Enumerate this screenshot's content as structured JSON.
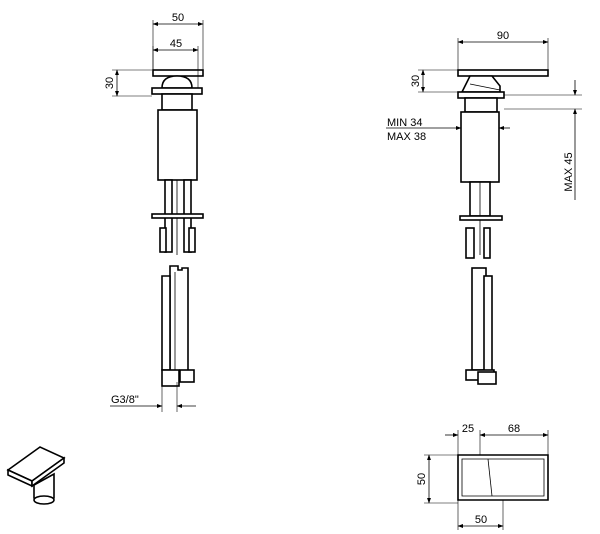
{
  "drawing": {
    "front_view": {
      "dim_overall_width": "50",
      "dim_lever_width": "45",
      "dim_lever_height": "30",
      "dim_thread": "G3/8\""
    },
    "side_view": {
      "dim_lever_length": "90",
      "dim_lever_height": "30",
      "dim_min_deck": "MIN 34",
      "dim_max_deck": "MAX 38",
      "dim_max_thickness": "MAX 45"
    },
    "top_view": {
      "dim_front_offset": "25",
      "dim_rear_length": "68",
      "dim_depth": "50",
      "dim_base_width": "50"
    }
  }
}
